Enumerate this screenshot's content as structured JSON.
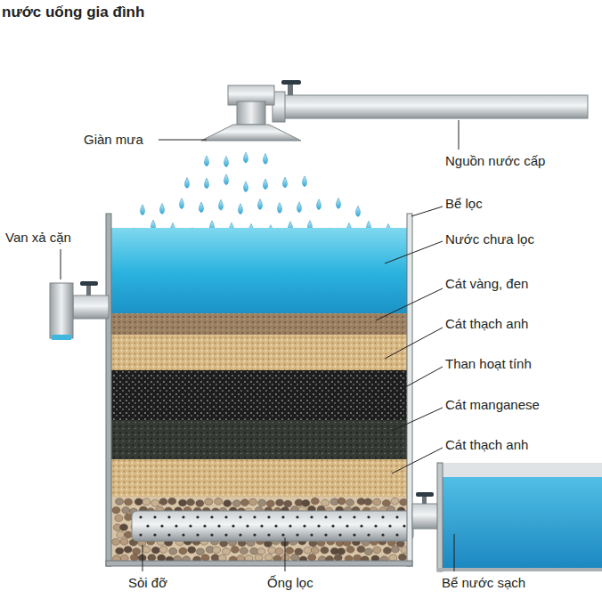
{
  "diagram": {
    "title": "nước uống gia đình",
    "labels": [
      "Giàn mưa",
      "Nguồn nước cấp",
      "Bể lọc",
      "Van xả cặn",
      "Nước chưa lọc",
      "Cát vàng, đen",
      "Cát thạch anh",
      "Than hoạt tính",
      "Cát manganese",
      "Cát thạch anh",
      "Sỏi đỡ",
      "Ống lọc",
      "Bể nước sạch"
    ]
  }
}
